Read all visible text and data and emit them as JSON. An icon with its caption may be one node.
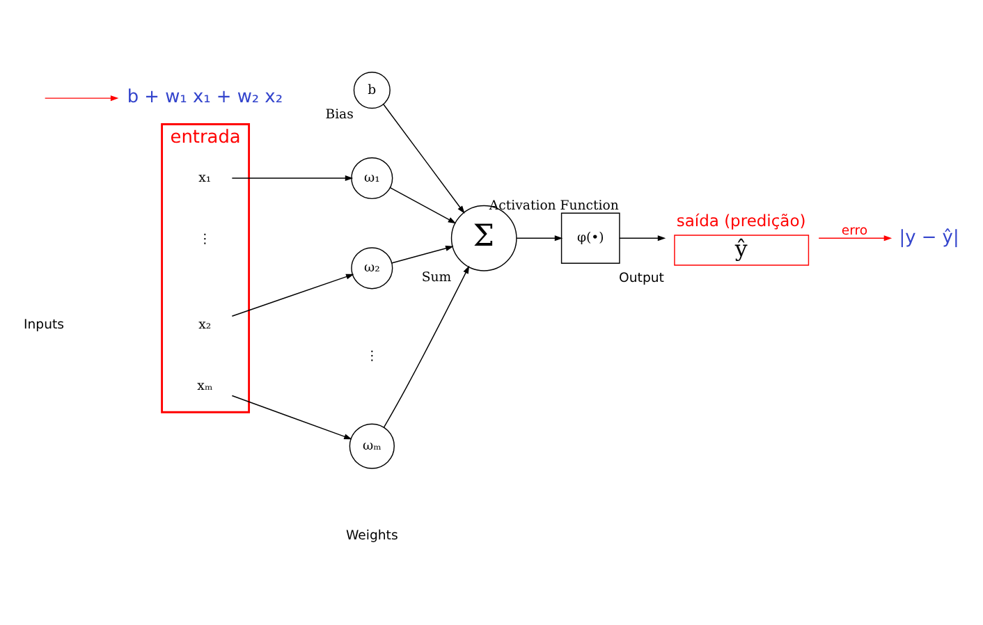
{
  "diagram": {
    "nodes": [
      {
        "text": [
          "entrada"
        ]
      },
      {
        "text": [
          "x₁"
        ],
        "in": 0
      },
      {
        "text": [
          "x₂"
        ],
        "in": 0
      },
      {
        "text": [
          "xₘ"
        ],
        "in": 0
      },
      {
        "text": [
          "ω₁"
        ]
      },
      {
        "text": [
          "ω₂"
        ]
      },
      {
        "text": [
          "ωₘ"
        ]
      },
      {
        "text": [
          "b"
        ],
        "beside": [
          "Bias"
        ]
      },
      {
        "text": [
          "Σ"
        ],
        "beside": [
          "Sum"
        ]
      },
      {
        "text": [
          "φ(•)"
        ],
        "beside": [
          "Activation Function"
        ]
      },
      {
        "text": [
          "saída (predição)",
          "ŷ"
        ],
        "beside": [
          "Output"
        ]
      },
      {
        "text": [
          "b + w₁ x₁ + w₂ x₂"
        ]
      },
      {
        "text": [
          "|y − ŷ|"
        ]
      }
    ],
    "edges": [
      {
        "from": 1,
        "to": 4,
        "arrow": "to"
      },
      {
        "from": 2,
        "to": 5,
        "arrow": "to"
      },
      {
        "from": 3,
        "to": 6,
        "arrow": "to"
      },
      {
        "from": 4,
        "to": 8,
        "arrow": "to"
      },
      {
        "from": 5,
        "to": 8,
        "arrow": "to"
      },
      {
        "from": 6,
        "to": 8,
        "arrow": "to"
      },
      {
        "from": 7,
        "to": 8,
        "arrow": "to"
      },
      {
        "from": 8,
        "to": 9,
        "arrow": "to"
      },
      {
        "from": 9,
        "to": 10,
        "arrow": "to"
      },
      {
        "from": null,
        "to": 11,
        "arrow": "to",
        "color": "#ff0000"
      },
      {
        "from": 10,
        "to": 12,
        "arrow": "to",
        "label": "erro",
        "color": "#ff0000"
      }
    ],
    "labels": [
      "Inputs",
      "⋮",
      "⋮",
      "Weights"
    ]
  }
}
